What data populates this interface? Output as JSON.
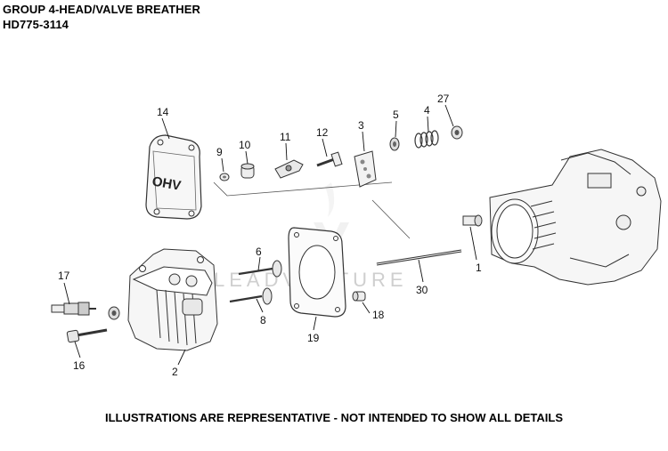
{
  "header": {
    "group_title": "GROUP 4-HEAD/VALVE BREATHER",
    "model_number": "HD775-3114"
  },
  "diagram": {
    "callouts": {
      "c1": "1",
      "c2": "2",
      "c3": "3",
      "c4": "4",
      "c5": "5",
      "c6": "6",
      "c8": "8",
      "c9": "9",
      "c10": "10",
      "c11": "11",
      "c12": "12",
      "c14": "14",
      "c16": "16",
      "c17": "17",
      "c18": "18",
      "c19": "19",
      "c27": "27",
      "c30": "30"
    },
    "cover_marking": "OHV",
    "watermark": "LEADVENTURE"
  },
  "footer": {
    "disclaimer": "ILLUSTRATIONS ARE REPRESENTATIVE - NOT INTENDED TO SHOW ALL DETAILS"
  }
}
